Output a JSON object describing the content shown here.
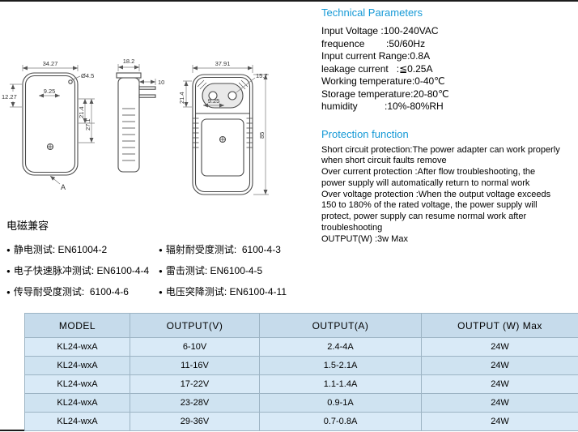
{
  "page": {
    "accent_color": "#1599d6"
  },
  "drawings": {
    "view_front": {
      "dim_top_width": "34.27",
      "dim_left": "12.27",
      "dim_hole": "Ø4.5",
      "dim_inner": "9.25",
      "dim_right_a": "21.4",
      "dim_right_b": "27.1",
      "section_label": "A"
    },
    "view_side": {
      "dim_top": "18.2",
      "dim_prong": "10"
    },
    "view_plug": {
      "dim_top_width": "37.91",
      "dim_pin": "15.7",
      "dim_left": "21.4",
      "dim_inner": "9.25",
      "dim_height": "85"
    }
  },
  "technical_parameters": {
    "title": "Technical Parameters",
    "lines": [
      "Input Voltage :100-240VAC",
      "frequence        :50/60Hz",
      "Input current Range:0.8A",
      "leakage current   :≦0.25A",
      "Working temperature:0-40℃",
      "Storage temperature:20-80℃",
      "humidity          :10%-80%RH"
    ]
  },
  "protection": {
    "title": "Protection function",
    "body": "Short circuit protection:The power adapter can work properly\nwhen short circuit faults remove\nOver current protection :After flow troubleshooting, the\npower supply will automatically return to normal work\nOver voltage protection :When the output voltage exceeds\n150 to 180% of the rated voltage, the power supply will\nprotect, power supply can resume normal work after\ntroubleshooting\nOUTPUT(W) :3w Max"
  },
  "emc": {
    "title": "电磁兼容",
    "bullet": "●",
    "items_left": [
      "静电测试: EN61004-2",
      "电子快速脉冲测试: EN6100-4-4",
      "传导耐受度测试:  6100-4-6"
    ],
    "items_right": [
      "辐射耐受度测试:  6100-4-3",
      "雷击测试: EN6100-4-5",
      "电压突降测试: EN6100-4-11"
    ]
  },
  "spec_table": {
    "headers": [
      "MODEL",
      "OUTPUT(V)",
      "OUTPUT(A)",
      "OUTPUT (W)  Max"
    ],
    "rows": [
      [
        "KL24-wxA",
        "6-10V",
        "2.4-4A",
        "24W"
      ],
      [
        "KL24-wxA",
        "11-16V",
        "1.5-2.1A",
        "24W"
      ],
      [
        "KL24-wxA",
        "17-22V",
        "1.1-1.4A",
        "24W"
      ],
      [
        "KL24-wxA",
        "23-28V",
        "0.9-1A",
        "24W"
      ],
      [
        "KL24-wxA",
        "29-36V",
        "0.7-0.8A",
        "24W"
      ]
    ]
  }
}
